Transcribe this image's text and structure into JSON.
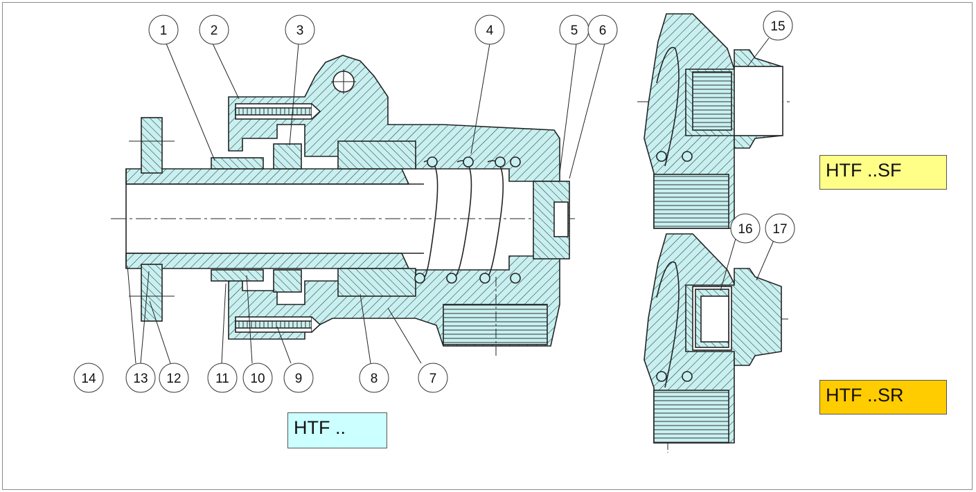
{
  "diagram": {
    "colors": {
      "section_fill": "#c8f0f0",
      "line": "#222222",
      "label_sf": "#ffff88",
      "label_sr": "#ffcc00",
      "label_main": "#ccffff"
    },
    "callouts": [
      "1",
      "2",
      "3",
      "4",
      "5",
      "6",
      "7",
      "8",
      "9",
      "10",
      "11",
      "12",
      "13",
      "14",
      "15",
      "16",
      "17"
    ],
    "labels": {
      "main": "HTF ..",
      "sf": "HTF ..SF",
      "sr": "HTF ..SR"
    }
  }
}
